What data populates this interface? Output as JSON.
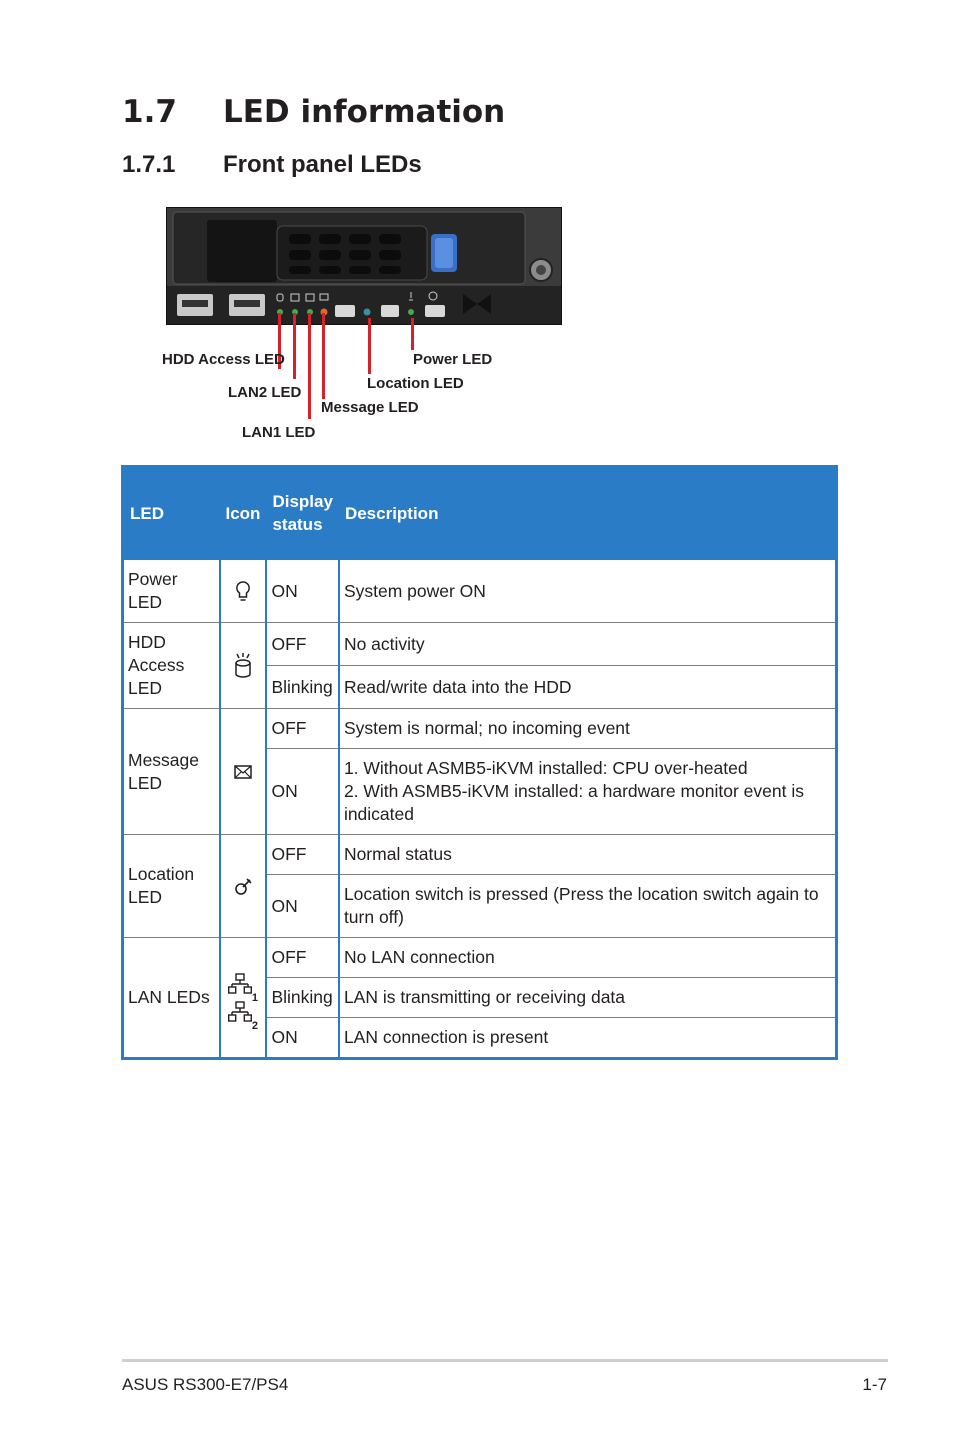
{
  "section": {
    "number": "1.7",
    "title": "LED information"
  },
  "subsection": {
    "number": "1.7.1",
    "title": "Front panel LEDs"
  },
  "figure_labels": {
    "hdd": "HDD Access LED",
    "lan2": "LAN2 LED",
    "lan1": "LAN1 LED",
    "message": "Message LED",
    "location": "Location LED",
    "power": "Power LED"
  },
  "table": {
    "headers": {
      "led": "LED",
      "icon": "Icon",
      "status": "Display status",
      "description": "Description"
    },
    "rows": [
      {
        "led": "Power LED",
        "icon": "power-led-icon",
        "entries": [
          {
            "status": "ON",
            "description": "System power ON"
          }
        ]
      },
      {
        "led": "HDD Access LED",
        "icon": "hdd-led-icon",
        "entries": [
          {
            "status": "OFF",
            "description": "No activity"
          },
          {
            "status": "Blinking",
            "description": "Read/write data into the HDD"
          }
        ]
      },
      {
        "led": "Message LED",
        "icon": "envelope-icon",
        "entries": [
          {
            "status": "OFF",
            "description": "System is normal; no incoming event"
          },
          {
            "status": "ON",
            "description": "1. Without ASMB5-iKVM installed: CPU over-heated\n2. With ASMB5-iKVM installed: a hardware monitor event is indicated"
          }
        ]
      },
      {
        "led": "Location LED",
        "icon": "location-icon",
        "entries": [
          {
            "status": "OFF",
            "description": "Normal status"
          },
          {
            "status": "ON",
            "description": "Location switch is pressed (Press the location switch again to turn off)"
          }
        ]
      },
      {
        "led": "LAN LEDs",
        "icon": "network-icon",
        "icon_subscripts": [
          "1",
          "2"
        ],
        "entries": [
          {
            "status": "OFF",
            "description": "No LAN connection"
          },
          {
            "status": "Blinking",
            "description": "LAN is transmitting or receiving data"
          },
          {
            "status": "ON",
            "description": "LAN connection is present"
          }
        ]
      }
    ]
  },
  "footer": {
    "left": "ASUS RS300-E7/PS4",
    "right": "1-7"
  }
}
